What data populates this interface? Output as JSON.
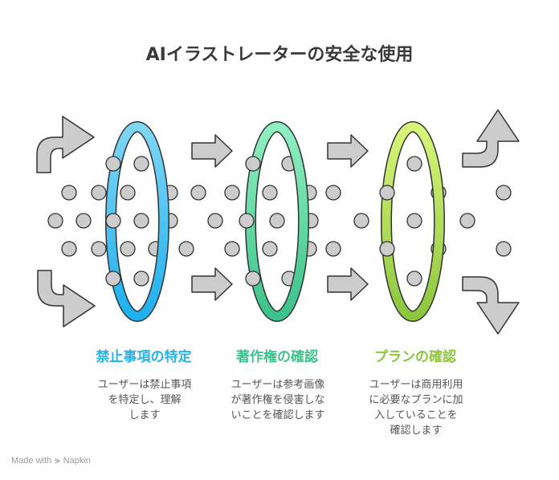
{
  "title": "AIイラストレーターの安全な使用",
  "stages": [
    {
      "title": "禁止事項の特定",
      "description": "ユーザーは禁止事項\nを特定し、理解\nします",
      "color": "#29b2e6"
    },
    {
      "title": "著作権の確認",
      "description": "ユーザーは参考画像\nが著作権を侵害しな\nいことを確認します",
      "color": "#3cc28a"
    },
    {
      "title": "プランの確認",
      "description": "ユーザーは商用利用\nに必要なプランに加\n入していることを\n確認します",
      "color": "#8cc63f"
    }
  ],
  "footer": {
    "made_with": "Made with",
    "brand": "Napkin"
  },
  "icons": [
    "napkin-logo-icon"
  ],
  "colors": {
    "arrow": "#cccccc",
    "dot": "#cccccc",
    "outline": "#333333"
  }
}
